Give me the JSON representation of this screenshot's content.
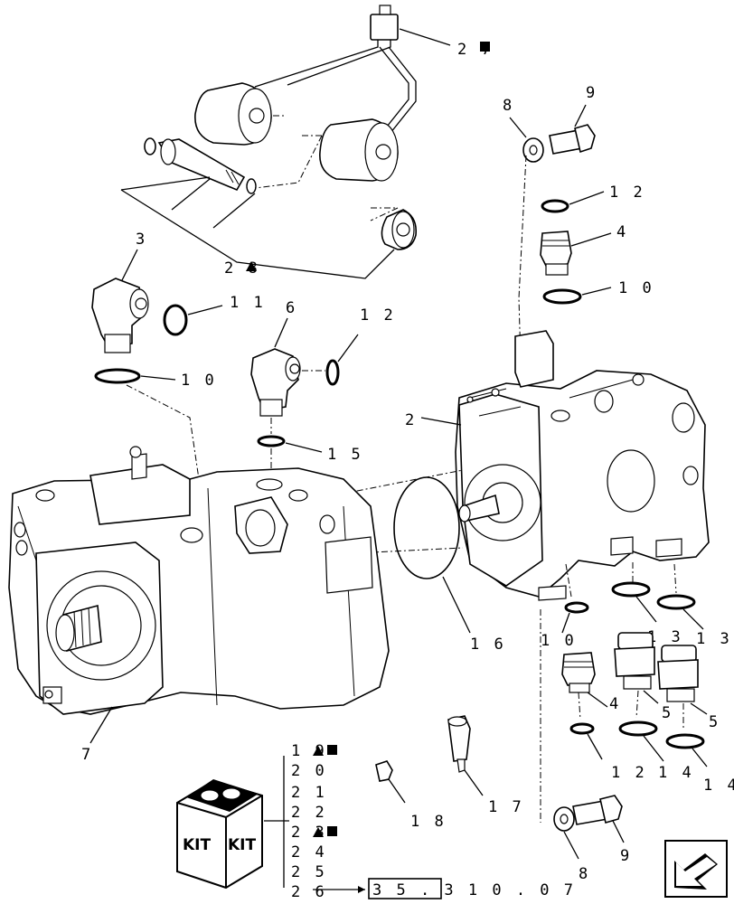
{
  "labels": {
    "p27": "2 7",
    "p28": "2 8",
    "p3": "3",
    "p11": "1 1",
    "p10a": "1 0",
    "p6": "6",
    "p12a": "1 2",
    "p15": "1 5",
    "p8a": "8",
    "p9a": "9",
    "p12b": "1 2",
    "p4a": "4",
    "p10b": "1 0",
    "p2": "2",
    "p16": "1 6",
    "p10c": "1 0",
    "p13a": "1 3",
    "p13b": "1 3",
    "p4b": "4",
    "p5a": "5",
    "p5b": "5",
    "p12c": "1 2",
    "p14a": "1 4",
    "p14b": "1 4",
    "p7": "7",
    "p17": "1 7",
    "p18": "1 8",
    "p8b": "8",
    "p9b": "9",
    "kit_list": [
      "1 9",
      "2 0",
      "2 1",
      "2 2",
      "2 3",
      "2 4",
      "2 5",
      "2 6"
    ],
    "ref_box": "3 5 . 3 1 0 . 0 7",
    "kit_text": "KIT"
  },
  "icons": [
    "triangle-marker-icon",
    "square-marker-icon",
    "back-arrow-icon",
    "kit-box-icon"
  ]
}
